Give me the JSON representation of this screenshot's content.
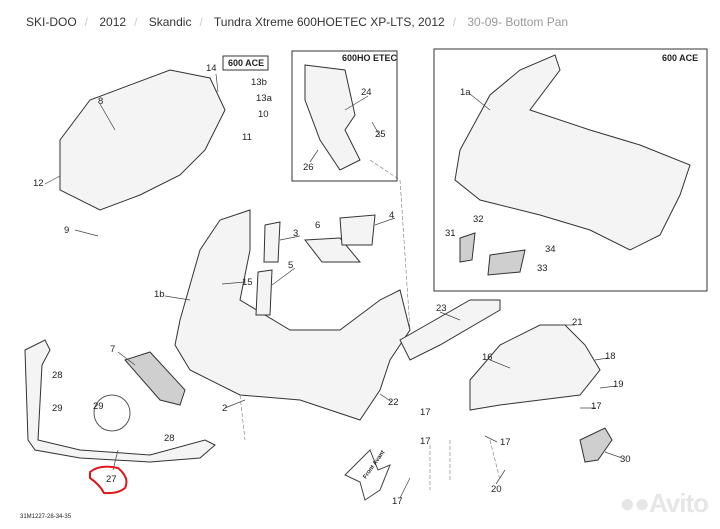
{
  "breadcrumb": [
    "SKI-DOO",
    "2012",
    "Skandic",
    "Tundra Xtreme 600HOETEC XP-LTS, 2012",
    "30-09- Bottom Pan"
  ],
  "diagram": {
    "inset_labels": [
      "600 ACE",
      "600HO ETEC",
      "600 ACE"
    ],
    "callouts": [
      "14",
      "13b",
      "13a",
      "10",
      "11",
      "8",
      "12",
      "9",
      "24",
      "25",
      "26",
      "1a",
      "32",
      "31",
      "34",
      "33",
      "6",
      "4",
      "3",
      "15",
      "5",
      "1b",
      "23",
      "21",
      "16",
      "18",
      "19",
      "17",
      "7",
      "28",
      "29",
      "29",
      "2",
      "22",
      "28",
      "17",
      "17",
      "17",
      "30",
      "20",
      "17",
      "27"
    ],
    "front_arrow_text": "Front Avant",
    "highlighted_callout": "27",
    "highlight_color": "#e0161b",
    "drawing_code": "31M1227-28-34-35"
  },
  "watermark": "Avito"
}
